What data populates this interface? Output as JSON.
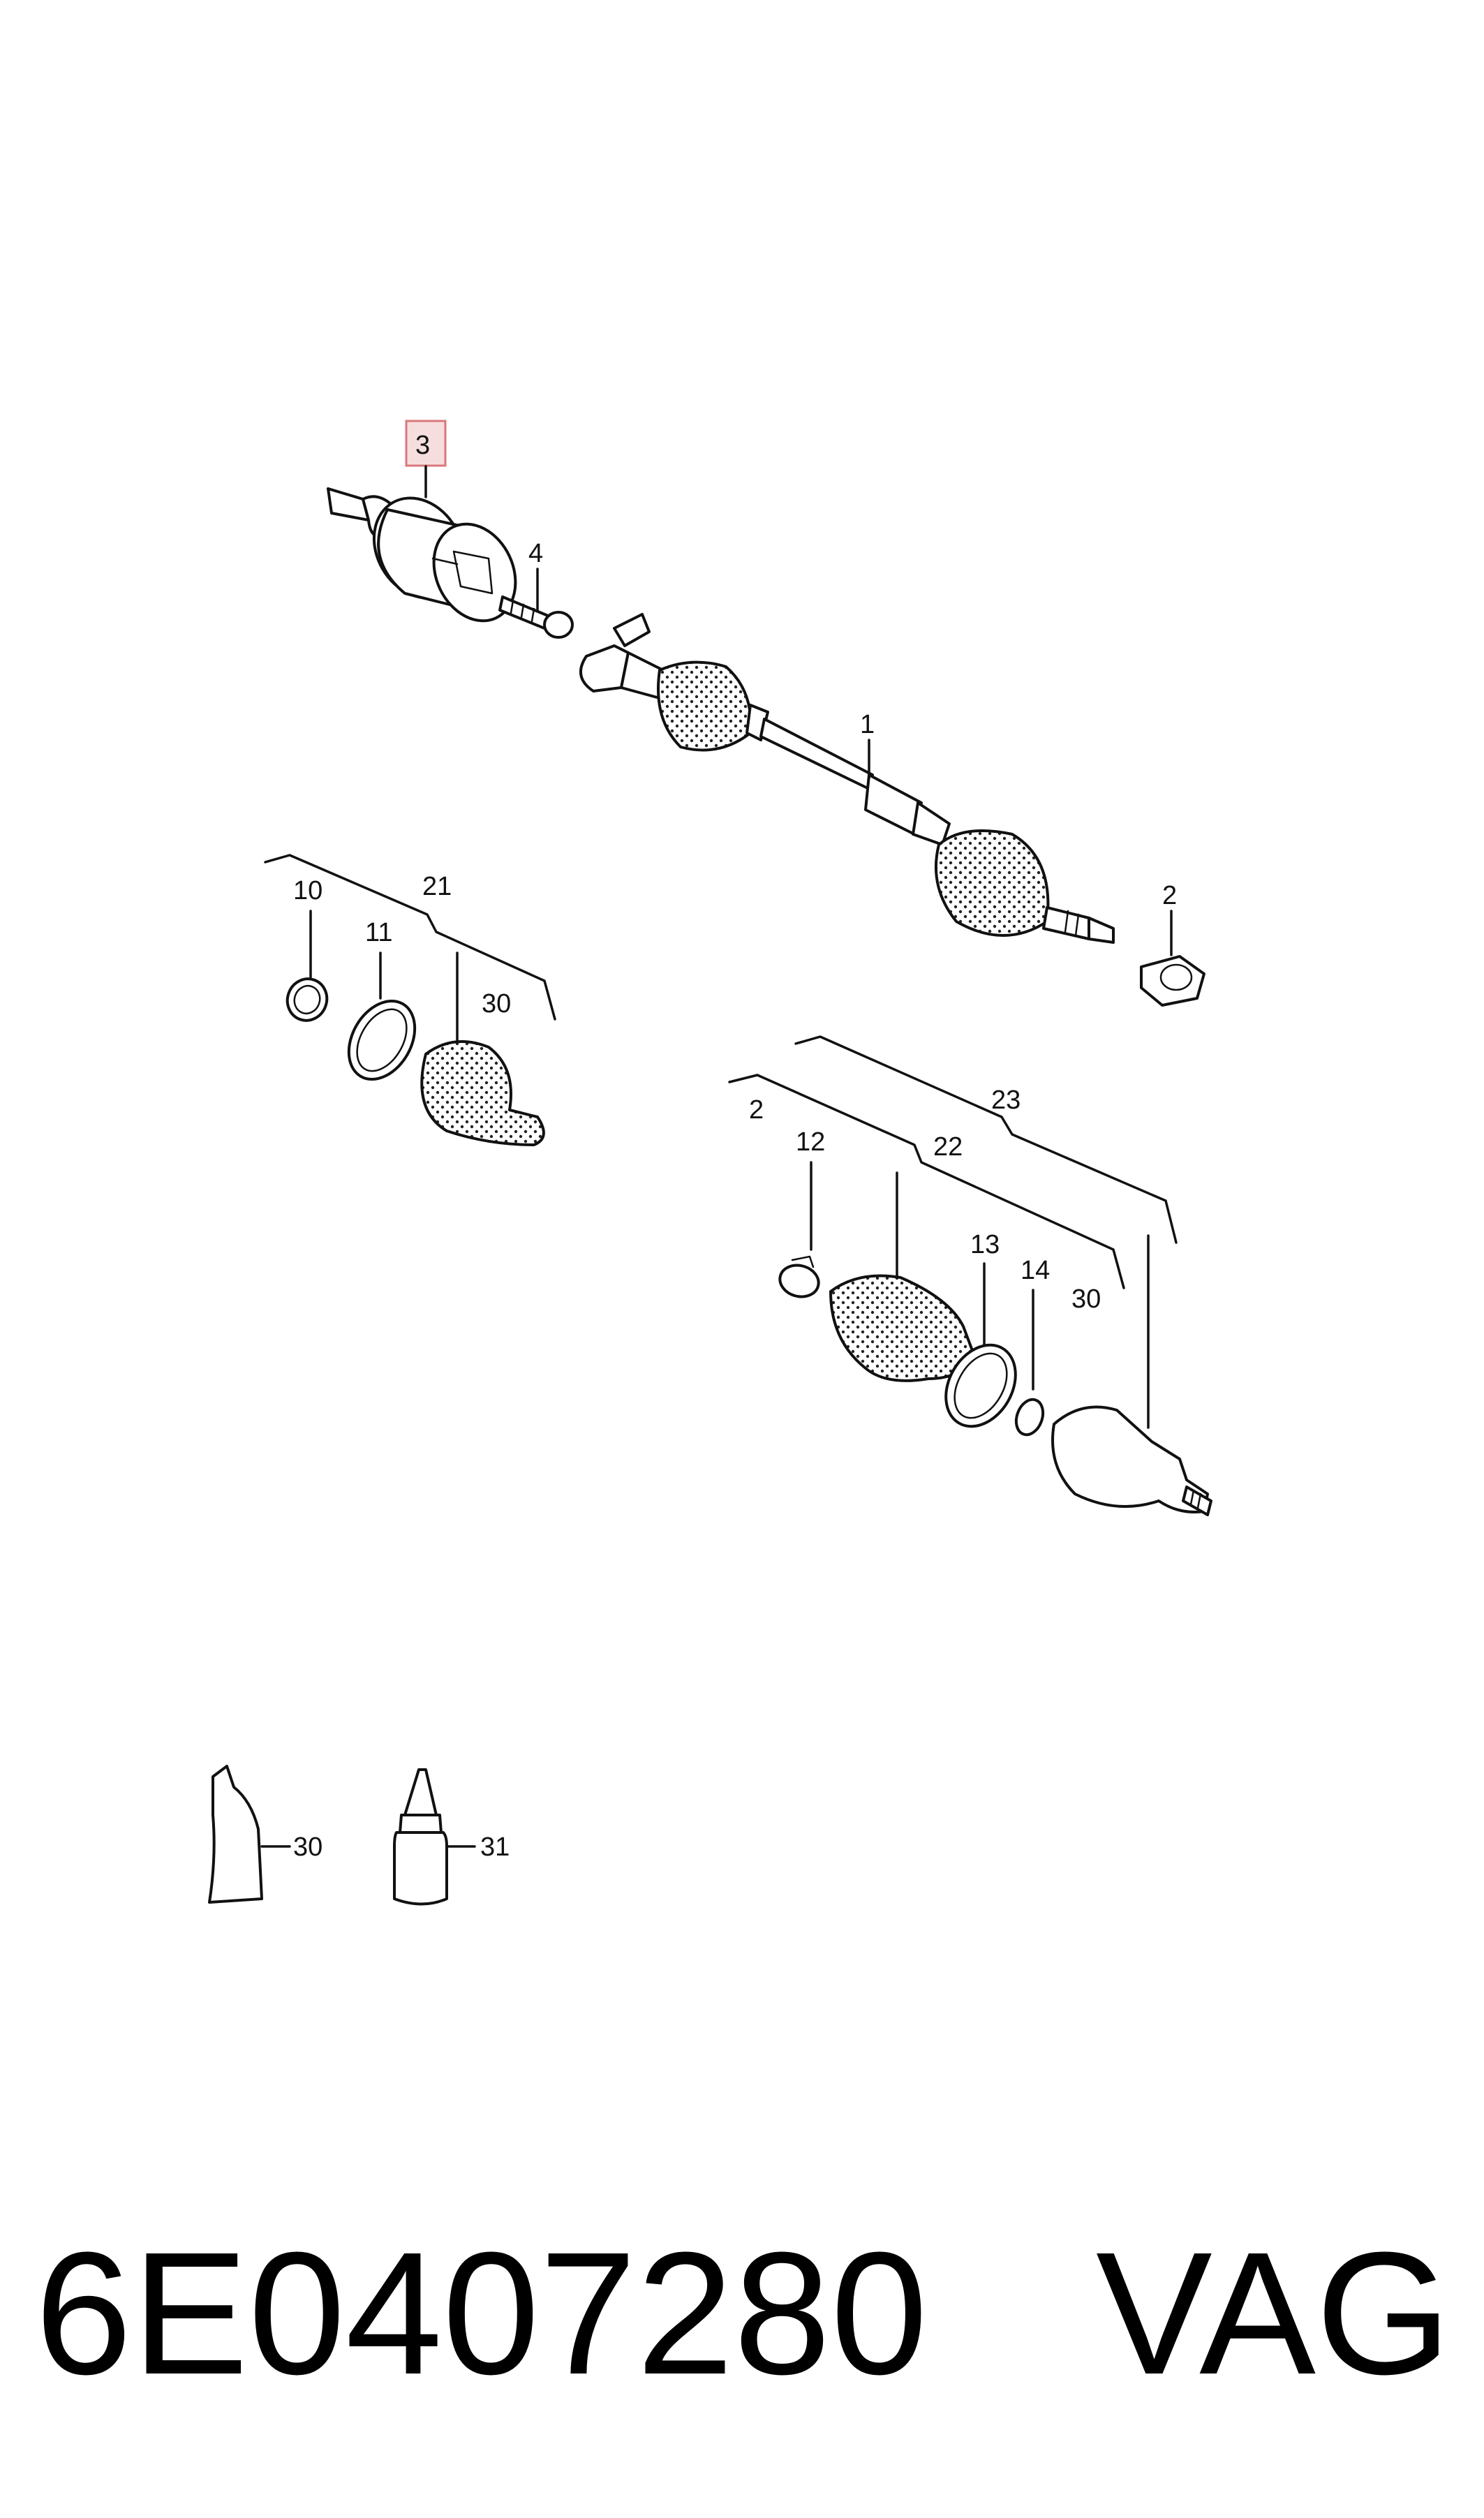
{
  "diagram": {
    "labels": {
      "p1": "1",
      "p2a": "2",
      "p2b": "2",
      "p3": "3",
      "p4": "4",
      "p10": "10",
      "p11": "11",
      "p12": "12",
      "p13": "13",
      "p14": "14",
      "p21": "21",
      "p22": "22",
      "p23": "23",
      "p30a": "30",
      "p30b": "30",
      "p30c": "30",
      "p31": "31"
    },
    "highlight_color": "#e8a0a0"
  },
  "footer": {
    "part_number": "6E0407280",
    "brand": "VAG"
  }
}
